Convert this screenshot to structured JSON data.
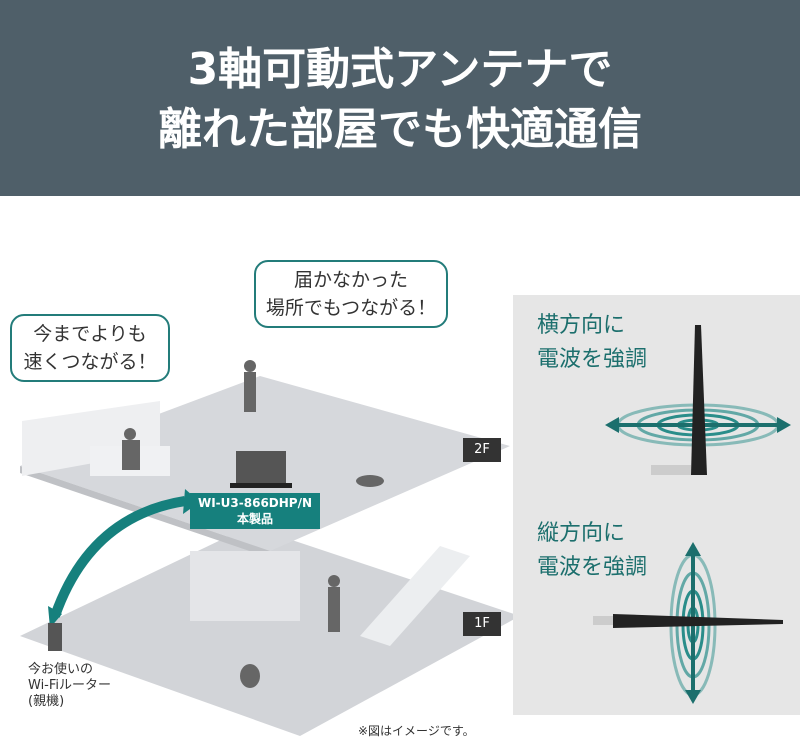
{
  "header": {
    "line1": "3軸可動式アンテナで",
    "line2": "離れた部屋でも快適通信"
  },
  "bubbles": {
    "left": {
      "line1": "今までよりも",
      "line2": "速くつながる！"
    },
    "right": {
      "line1": "届かなかった",
      "line2": "場所でもつながる！"
    }
  },
  "floors": {
    "upper": "2F",
    "lower": "1F"
  },
  "product": {
    "model": "WI-U3-866DHP/N",
    "label": "本製品"
  },
  "router": {
    "line1": "今お使いの",
    "line2": "Wi-Fiルーター",
    "line3": "(親機)"
  },
  "note": "※図はイメージです。",
  "panel": {
    "horizontal": {
      "line1": "横方向に",
      "line2": "電波を強調"
    },
    "vertical": {
      "line1": "縦方向に",
      "line2": "電波を強調"
    }
  },
  "colors": {
    "header_bg": "#4f5f69",
    "accent": "#16807d",
    "panel_bg": "#e6e6e6"
  }
}
